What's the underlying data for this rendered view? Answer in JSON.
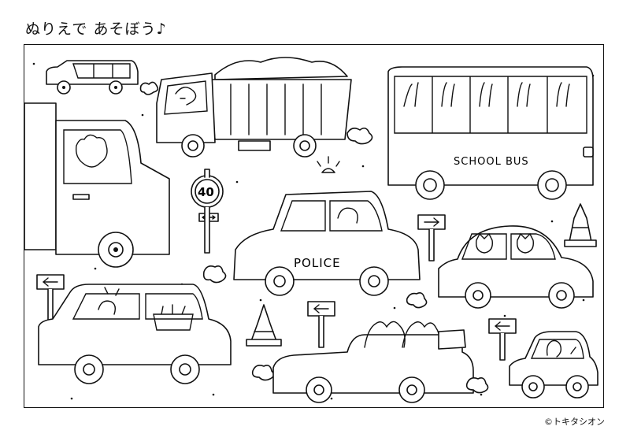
{
  "title": "ぬりえで あそぼう♪",
  "credit": "©トキタシオン",
  "speed_sign": "40",
  "school_bus_label": "SCHOOL BUS",
  "police_label": "POLICE",
  "colors": {
    "ink": "#111111",
    "paper": "#ffffff"
  },
  "icons": [
    "arrow-left-sign-icon",
    "arrow-right-sign-icon",
    "arrow-both-sign-icon",
    "traffic-cone-icon",
    "exhaust-cloud-icon",
    "siren-icon"
  ]
}
